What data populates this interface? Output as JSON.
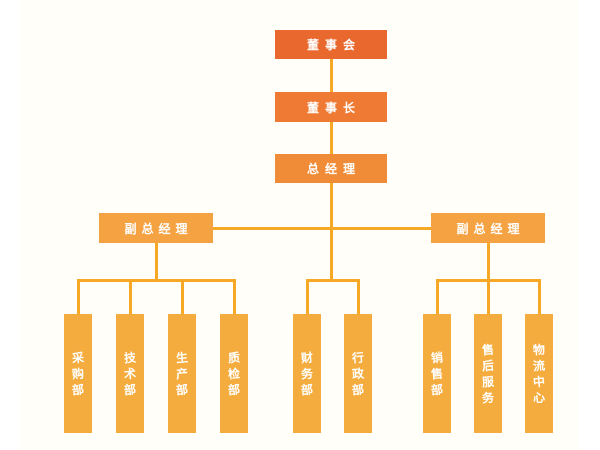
{
  "diagram": {
    "kind": "org-chart",
    "background": "#FFFEF8",
    "connector_color": "#F7A824",
    "nodes": {
      "board": {
        "label": "董事会",
        "color": "#E9682E"
      },
      "chairman": {
        "label": "董事长",
        "color": "#EE7A33"
      },
      "general_manager": {
        "label": "总经理",
        "color": "#F08C38"
      },
      "deputy_gm_left": {
        "label": "副总经理",
        "color": "#F5A243"
      },
      "deputy_gm_right": {
        "label": "副总经理",
        "color": "#F5A243"
      },
      "departments": {
        "color": "#F5AC3E",
        "left": [
          "采购部",
          "技术部",
          "生产部",
          "质检部"
        ],
        "middle": [
          "财务部",
          "行政部"
        ],
        "right": [
          "销售部",
          "售后服务",
          "物流中心"
        ]
      }
    },
    "hierarchy": [
      "董事会 > 董事长",
      "董事长 > 总经理",
      "总经理 > 副总经理(左), 财务部, 行政部, 副总经理(右)",
      "副总经理(左) > 采购部, 技术部, 生产部, 质检部",
      "副总经理(右) > 销售部, 售后服务, 物流中心"
    ]
  }
}
